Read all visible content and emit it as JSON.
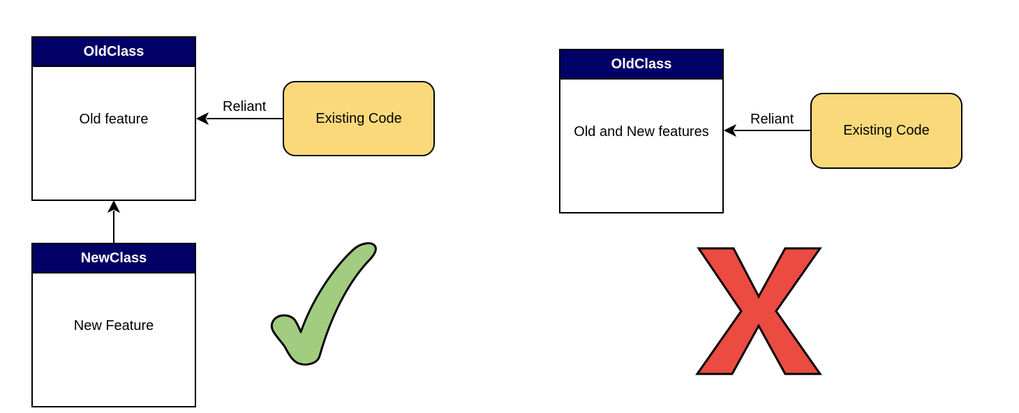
{
  "colors": {
    "class_header": "#000066",
    "code_box_fill": "#fad97a",
    "check_fill": "#a2cc7f",
    "cross_fill": "#eb4b40",
    "stroke": "#000000"
  },
  "left_panel": {
    "old_class": {
      "title": "OldClass",
      "body": "Old feature"
    },
    "new_class": {
      "title": "NewClass",
      "body": "New Feature"
    },
    "existing_code": {
      "label": "Existing Code"
    },
    "edge_label": "Reliant",
    "verdict_icon": "checkmark-icon"
  },
  "right_panel": {
    "old_class": {
      "title": "OldClass",
      "body": "Old and New features"
    },
    "existing_code": {
      "label": "Existing Code"
    },
    "edge_label": "Reliant",
    "verdict_icon": "cross-icon"
  }
}
